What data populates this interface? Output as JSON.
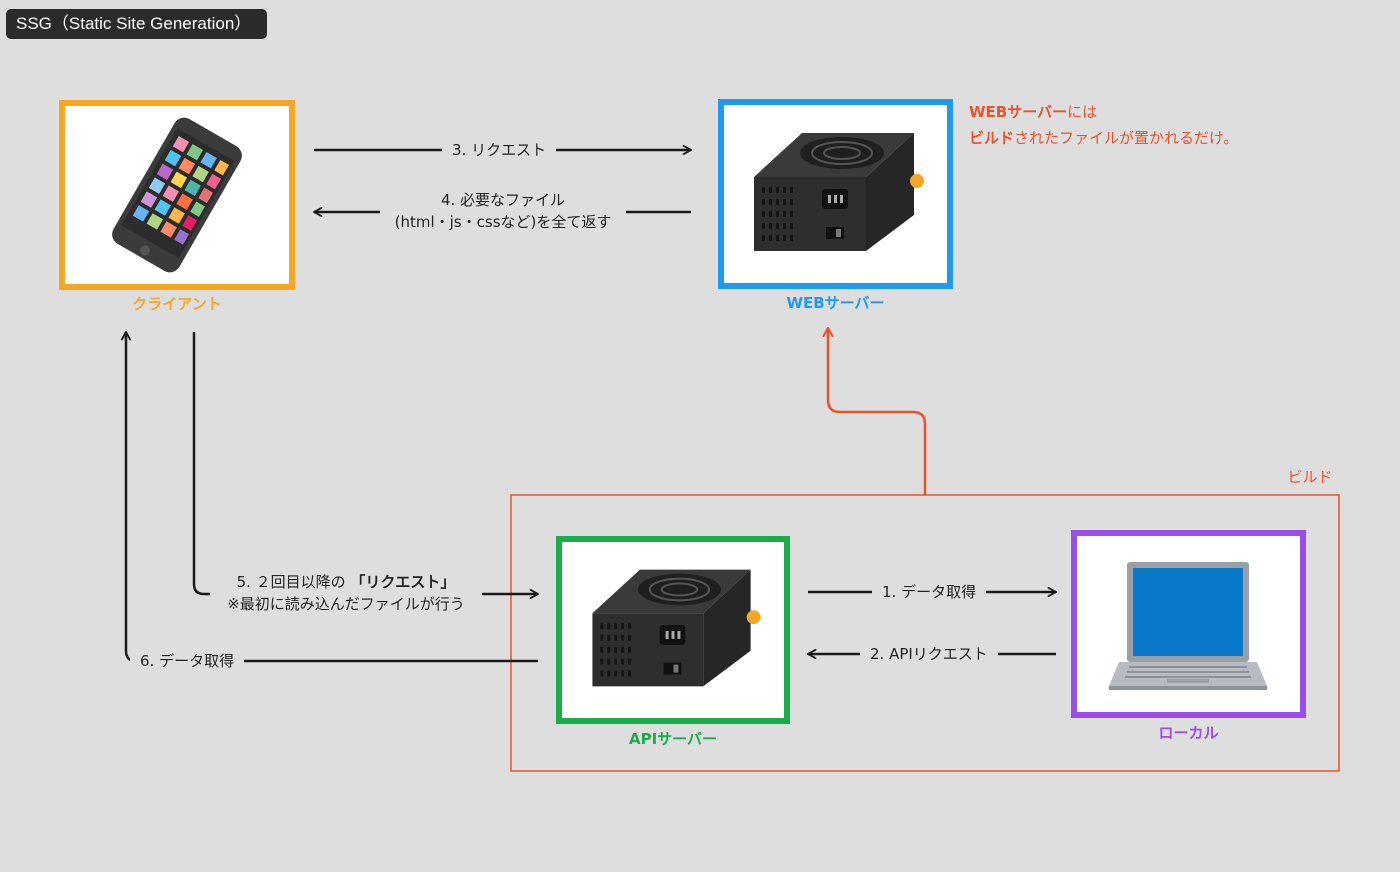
{
  "title": "SSG（Static Site Generation）",
  "nodes": {
    "client": {
      "label": "クライアント",
      "color": "#f5a623"
    },
    "web_server": {
      "label": "WEBサーバー",
      "color": "#1e9bf0"
    },
    "api_server": {
      "label": "APIサーバー",
      "color": "#1aab4d"
    },
    "local": {
      "label": "ローカル",
      "color": "#9b4dea"
    }
  },
  "build_group": {
    "label": "ビルド",
    "color": "#e8522b"
  },
  "note": {
    "line1_bold": "WEBサーバー",
    "line1_rest": "には",
    "line2_bold": "ビルド",
    "line2_rest": "されたファイルが置かれるだけ。"
  },
  "arrows": {
    "step1": "1. データ取得",
    "step2": "2. APIリクエスト",
    "step3": "3. リクエスト",
    "step4_line1": "4. 必要なファイル",
    "step4_line2": "(html・js・cssなど)を全て返す",
    "step5_line1_prefix": "5. ２回目以降の ",
    "step5_line1_bold": "「リクエスト」",
    "step5_line2": "※最初に読み込んだファイルが行う",
    "step6": "6. データ取得"
  },
  "icons": {
    "client": "smartphone-icon",
    "web_server": "power-supply-server-icon",
    "api_server": "power-supply-server-icon",
    "local": "laptop-icon"
  }
}
